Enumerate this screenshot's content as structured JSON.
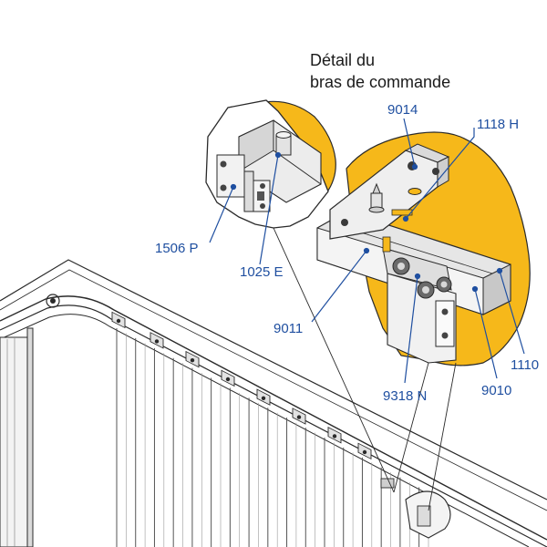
{
  "title": {
    "line1": "Détail du",
    "line2": "bras de commande"
  },
  "colors": {
    "accent_highlight": "#f6b81a",
    "label_blue": "#1f4fa0",
    "line": "#2a2a2a",
    "metal": "#e9e9e9",
    "metal_dark": "#bdbdbd"
  },
  "labels": {
    "p9014": "9014",
    "p1118h": "1118 H",
    "p1506p": "1506 P",
    "p1025e": "1025 E",
    "p9011": "9011",
    "p9318n": "9318 N",
    "p9010": "9010",
    "p1110": "1110"
  }
}
